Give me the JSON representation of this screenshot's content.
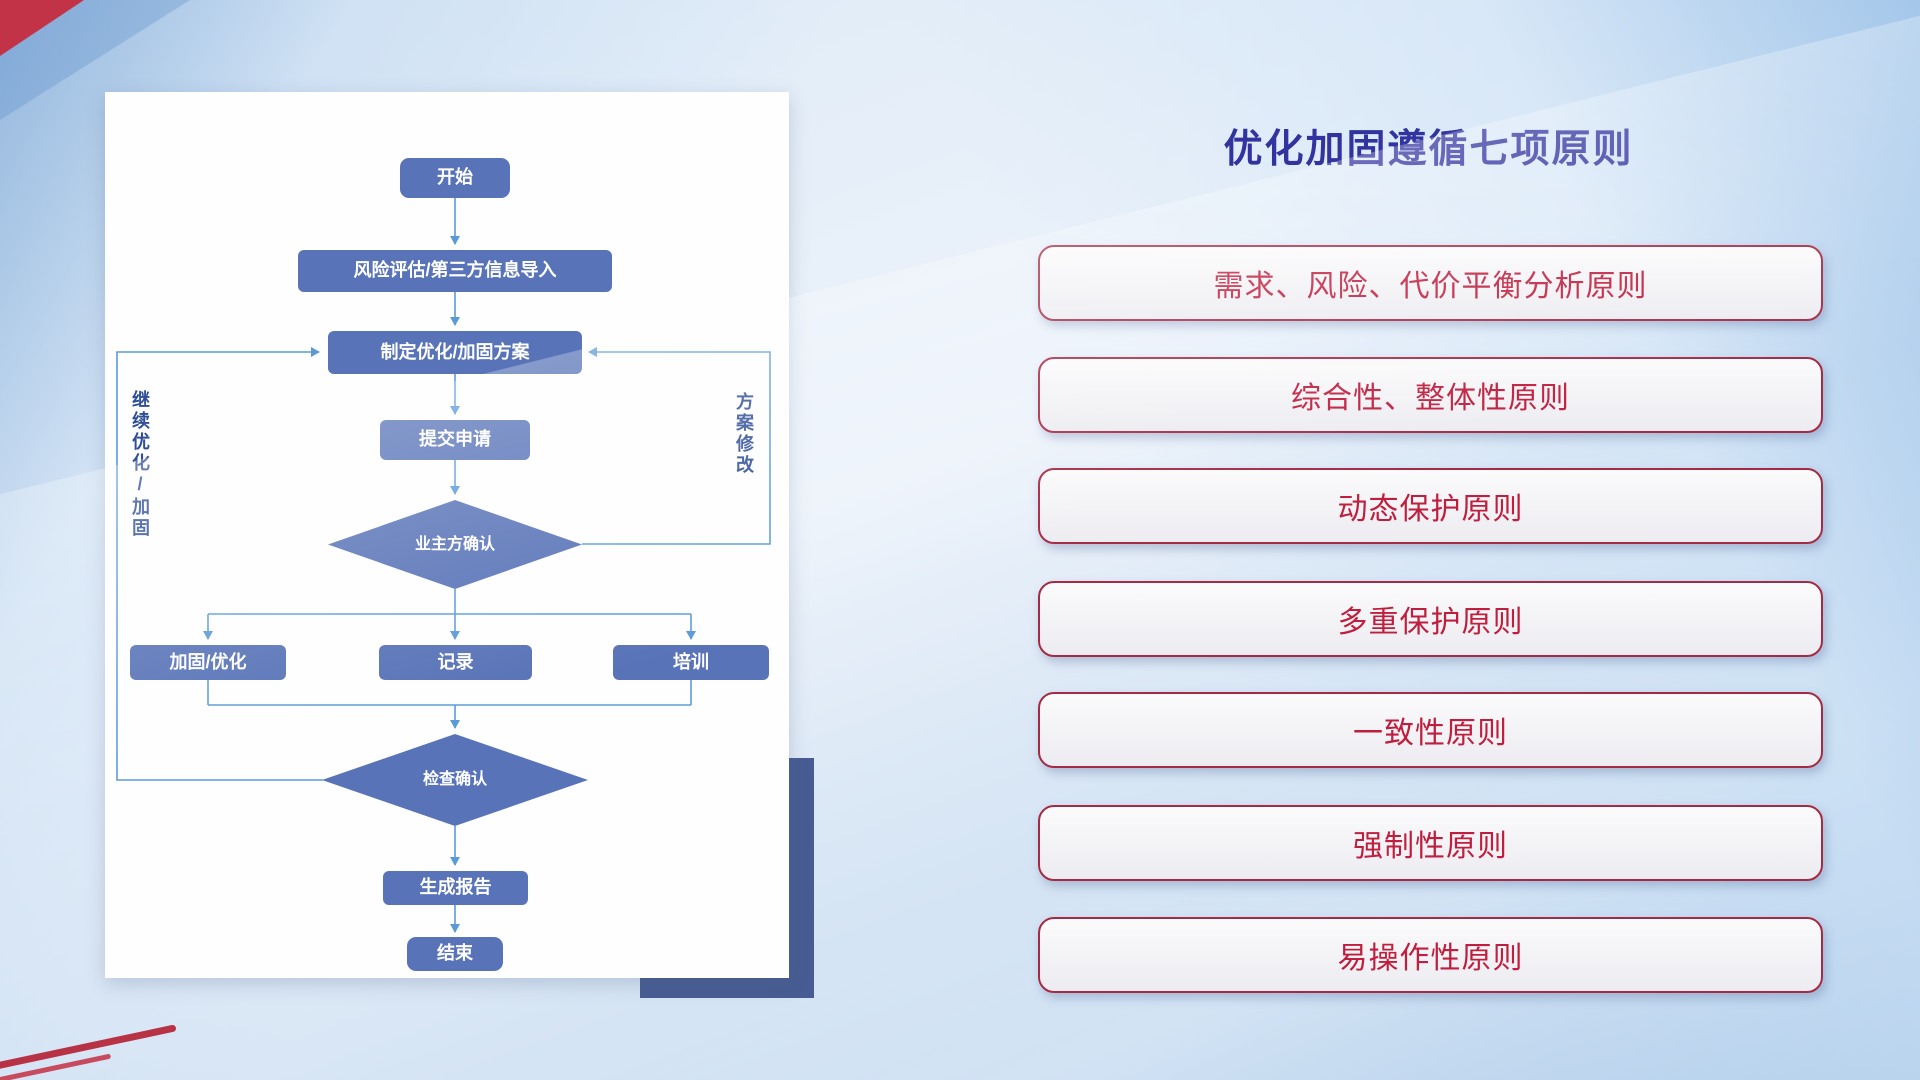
{
  "colors": {
    "node_blue": "#5873b7",
    "connector_blue": "#5b9bd5",
    "title_indigo": "#3333a0",
    "principle_red": "#bf1e3e",
    "card_shadow_navy": "#475c92",
    "accent_red": "#c23348"
  },
  "flowchart": {
    "nodes": {
      "start": "开始",
      "risk_import": "风险评估/第三方信息导入",
      "make_plan": "制定优化/加固方案",
      "submit": "提交申请",
      "owner_confirm": "业主方确认",
      "reinforce": "加固/优化",
      "record": "记录",
      "training": "培训",
      "check_confirm": "检查确认",
      "report": "生成报告",
      "end": "结束"
    },
    "loop_labels": {
      "left": "继续优化/加固",
      "right": "方案修改"
    }
  },
  "principles": {
    "title": "优化加固遵循七项原则",
    "items": [
      "需求、风险、代价平衡分析原则",
      "综合性、整体性原则",
      "动态保护原则",
      "多重保护原则",
      "一致性原则",
      "强制性原则",
      "易操作性原则"
    ]
  }
}
